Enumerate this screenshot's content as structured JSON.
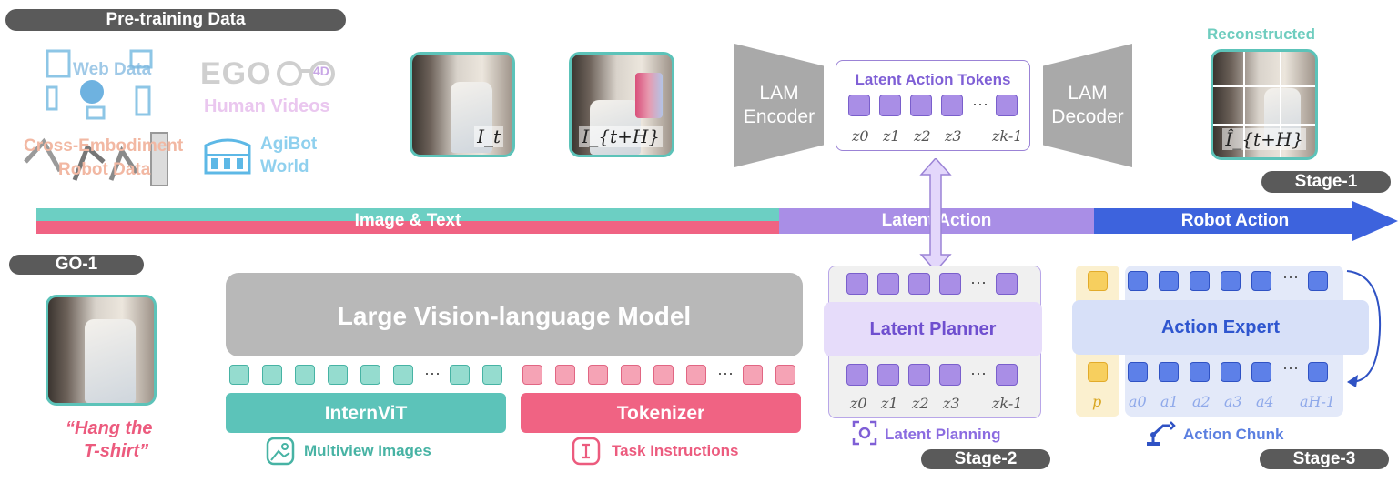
{
  "header": {
    "pretraining_label": "Pre-training Data",
    "go1_label": "GO-1"
  },
  "datasets": {
    "web": "Web Data",
    "ego_title": "EGO",
    "ego_badge": "4D",
    "ego_sub": "Human Videos",
    "cross_embodiment": "Cross-Embodiment",
    "robot_data": "Robot Data",
    "agibot": "AgiBot",
    "world": "World"
  },
  "frames": {
    "current": "I_t",
    "future": "I_{t+H}",
    "reconstructed_title": "Reconstructed",
    "reconstructed": "Î_{t+H}"
  },
  "lam": {
    "encoder_l1": "LAM",
    "encoder_l2": "Encoder",
    "decoder_l1": "LAM",
    "decoder_l2": "Decoder",
    "tokens_title": "Latent Action Tokens",
    "token_labels": [
      "z0",
      "z1",
      "z2",
      "z3",
      "zk-1"
    ]
  },
  "stages": {
    "s1": "Stage-1",
    "s2": "Stage-2",
    "s3": "Stage-3"
  },
  "timeline": {
    "image_text": "Image & Text",
    "latent_action": "Latent Action",
    "robot_action": "Robot Action"
  },
  "model": {
    "vlm": "Large Vision-language Model",
    "internvit": "InternViT",
    "tokenizer": "Tokenizer",
    "multiview": "Multiview Images",
    "task": "Task Instructions",
    "instruction_l1": "“Hang the",
    "instruction_l2": "T-shirt”"
  },
  "planner": {
    "label": "Latent Planner",
    "caption": "Latent Planning",
    "token_labels": [
      "z0",
      "z1",
      "z2",
      "z3",
      "zk-1"
    ]
  },
  "expert": {
    "label": "Action Expert",
    "caption": "Action Chunk",
    "p_label": "p",
    "token_labels": [
      "a0",
      "a1",
      "a2",
      "a3",
      "a4",
      "aH-1"
    ]
  },
  "ellipsis": "···",
  "colors": {
    "teal": "#5cc3b9",
    "pink": "#f06383",
    "purple": "#a98ee6",
    "blue": "#3d63dd",
    "gray": "#a9a9a9",
    "dark": "#5a5a5a"
  }
}
